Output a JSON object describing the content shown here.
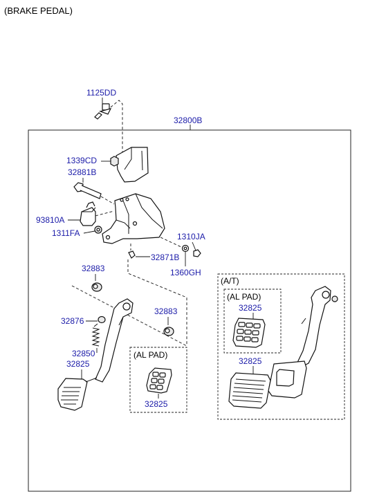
{
  "title": "(BRAKE PEDAL)",
  "assembly_label": "32800B",
  "labels": {
    "bolt_top": "1125DD",
    "nut_bracket": "1339CD",
    "bolt_pivot": "32881B",
    "switch": "93810A",
    "nut_switch": "1311FA",
    "bolt_side": "1310JA",
    "bolt_small": "32871B",
    "washer_side": "1360GH",
    "bushing_left": "32883",
    "bushing_right": "32883",
    "spring_pin": "32876",
    "spring": "32850",
    "pad_mt": "32825",
    "pad_al_mt": "32825",
    "pad_al_at": "32825",
    "pad_at": "32825"
  },
  "sections": {
    "at": "(A/T)",
    "al_pad_mt": "(AL PAD)",
    "al_pad_at": "(AL PAD)"
  },
  "colors": {
    "label": "#1a1aa8",
    "line": "#111111"
  }
}
